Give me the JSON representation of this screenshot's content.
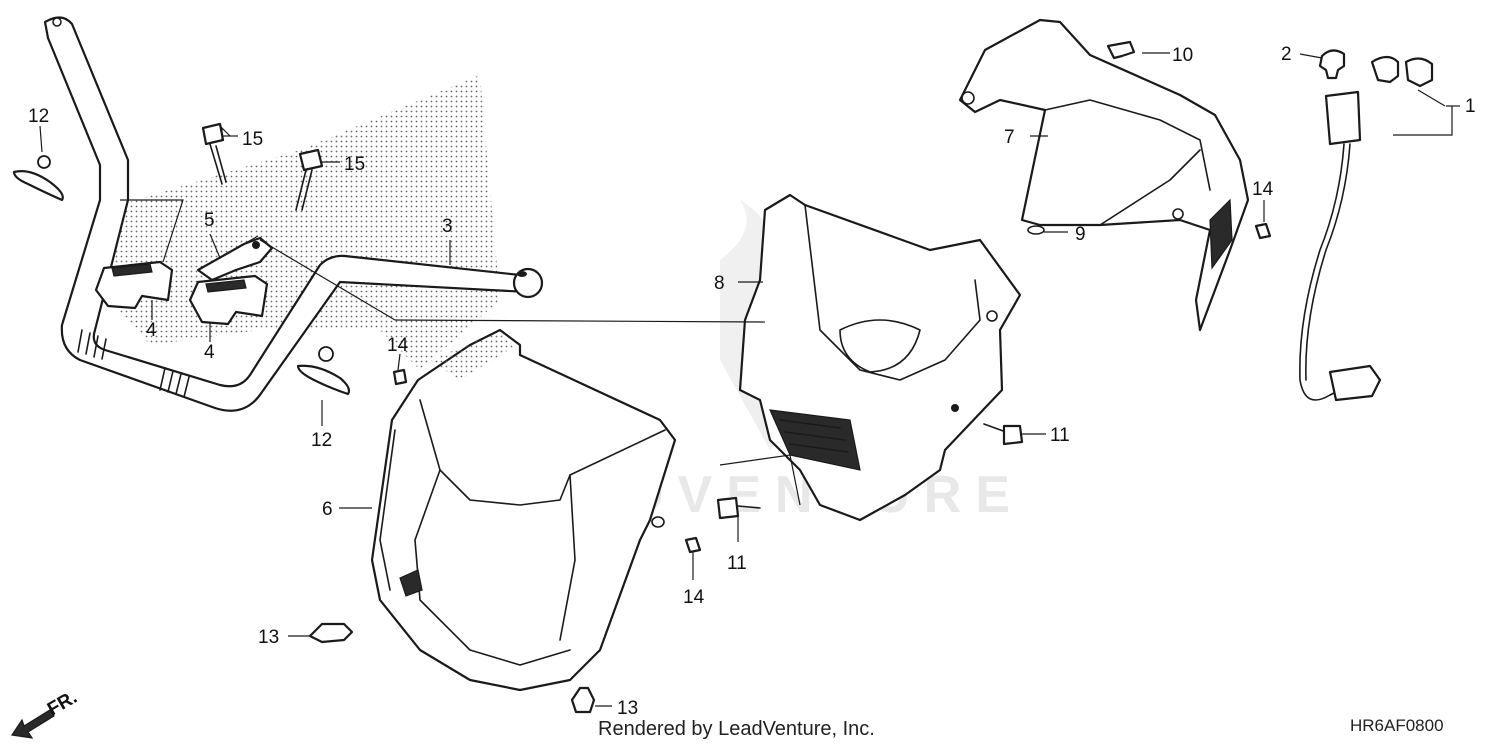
{
  "callouts": {
    "c1": "1",
    "c2": "2",
    "c3": "3",
    "c4a": "4",
    "c4b": "4",
    "c5": "5",
    "c6": "6",
    "c7": "7",
    "c8": "8",
    "c9": "9",
    "c10": "10",
    "c11a": "11",
    "c11b": "11",
    "c12a": "12",
    "c12b": "12",
    "c13a": "13",
    "c13b": "13",
    "c14a": "14",
    "c14b": "14",
    "c14c": "14",
    "c15a": "15",
    "c15b": "15"
  },
  "front_arrow_label": "FR.",
  "watermark": "LEADVENTURE",
  "render_credit": "Rendered by LeadVenture, Inc.",
  "diagram_code": "HR6AF0800"
}
